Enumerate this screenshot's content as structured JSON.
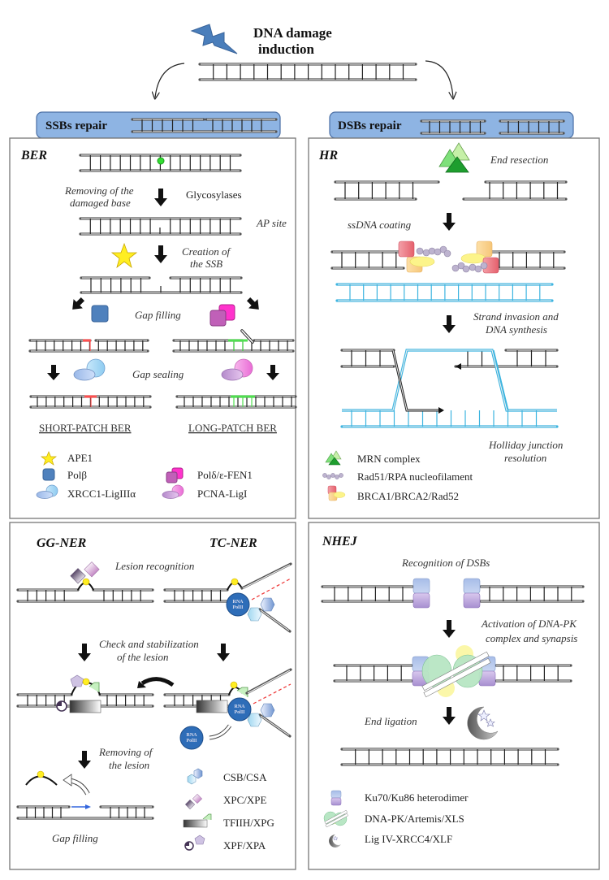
{
  "title": {
    "line1": "DNA damage",
    "line2": "induction"
  },
  "banners": {
    "ssb": "SSBs repair",
    "dsb": "DSBs repair"
  },
  "ber": {
    "label": "BER",
    "step_remove_1": "Removing of the",
    "step_remove_2": "damaged base",
    "glycosylases": "Glycosylases",
    "ap_site": "AP site",
    "creation_1": "Creation of",
    "creation_2": "the SSB",
    "gap_filling": "Gap filling",
    "gap_sealing": "Gap sealing",
    "short_patch": "SHORT-PATCH BER",
    "long_patch": "LONG-PATCH BER",
    "legend": [
      {
        "icon": "star-icon",
        "label": "APE1"
      },
      {
        "icon": "blue-square-icon",
        "label": "Polβ"
      },
      {
        "icon": "blue-ellipse-pair-icon",
        "label": "XRCC1-LigIIIα"
      },
      {
        "icon": "magenta-squares-icon",
        "label": "Polδ/ε-FEN1"
      },
      {
        "icon": "pink-ellipse-pair-icon",
        "label": "PCNA-LigI"
      }
    ]
  },
  "hr": {
    "label": "HR",
    "end_resection": "End resection",
    "ssdna_coating": "ssDNA coating",
    "strand_inv_1": "Strand invasion and",
    "strand_inv_2": "DNA synthesis",
    "holliday_1": "Holliday junction",
    "holliday_2": "resolution",
    "legend": [
      {
        "icon": "green-triangles-icon",
        "label": "MRN complex"
      },
      {
        "icon": "bead-chain-icon",
        "label": "Rad51/RPA nucleofilament"
      },
      {
        "icon": "brca-complex-icon",
        "label": "BRCA1/BRCA2/Rad52"
      }
    ]
  },
  "ner": {
    "gg_label": "GG-NER",
    "tc_label": "TC-NER",
    "lesion_recognition": "Lesion recognition",
    "check_1": "Check and stabilization",
    "check_2": "of the lesion",
    "removing_1": "Removing of",
    "removing_2": "the lesion",
    "gap_filling": "Gap filling",
    "rna_pol_1": "RNA",
    "rna_pol_2": "PolII",
    "legend": [
      {
        "icon": "hexagons-icon",
        "label": "CSB/CSA"
      },
      {
        "icon": "diamonds-icon",
        "label": "XPC/XPE"
      },
      {
        "icon": "gradient-bar-icon",
        "label": "TFIIH/XPG"
      },
      {
        "icon": "circle-pentagon-icon",
        "label": "XPF/XPA"
      }
    ]
  },
  "nhej": {
    "label": "NHEJ",
    "recognition": "Recognition of DSBs",
    "activation_1": "Activation of DNA-PK",
    "activation_2": "complex and synapsis",
    "end_ligation": "End ligation",
    "legend": [
      {
        "icon": "ku-dimer-icon",
        "label": "Ku70/Ku86 heterodimer"
      },
      {
        "icon": "dnapk-icon",
        "label": "DNA-PK/Artemis/XLS"
      },
      {
        "icon": "moon-stars-icon",
        "label": "Lig IV-XRCC4/XLF"
      }
    ]
  },
  "colors": {
    "banner": "#8eb4e3",
    "lightning": "#4a7ebb",
    "red_patch": "#ff5050",
    "green_patch": "#50e050",
    "homolog": "#3cb4e0",
    "star": "#ffee22",
    "pol_beta": "#4f81bd"
  }
}
